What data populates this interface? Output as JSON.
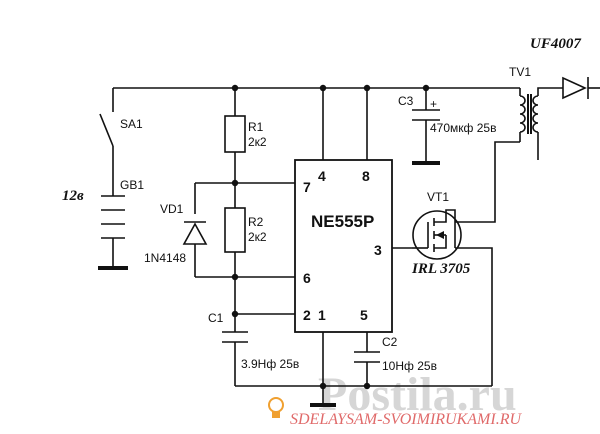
{
  "battery": {
    "ref": "GB1",
    "voltage": "12в"
  },
  "switch": {
    "ref": "SA1"
  },
  "r1": {
    "ref": "R1",
    "value": "2к2"
  },
  "r2": {
    "ref": "R2",
    "value": "2к2"
  },
  "diode": {
    "ref": "VD1",
    "part": "1N4148"
  },
  "c1": {
    "ref": "C1",
    "value": "3.9Нф 25в"
  },
  "c2": {
    "ref": "C2",
    "value": "10Нф 25в"
  },
  "c3": {
    "ref": "C3",
    "plus": "+",
    "value": "470мкф 25в"
  },
  "chip": {
    "name": "NE555P",
    "pins": {
      "p1": "1",
      "p2": "2",
      "p3": "3",
      "p4": "4",
      "p5": "5",
      "p6": "6",
      "p7": "7",
      "p8": "8"
    }
  },
  "mosfet": {
    "ref": "VT1",
    "part": "IRL 3705"
  },
  "transformer": {
    "ref": "TV1"
  },
  "output_diode": {
    "part": "UF4007"
  },
  "watermark": {
    "main": "Postila.ru",
    "site": "SDELAYSAM-SVOIMIRUKAMI.RU"
  },
  "colors": {
    "wire": "#111111",
    "watermark_gray": "#d6d6d6",
    "watermark_red": "#e06a6a",
    "lamp_icon": "#f0a030"
  }
}
